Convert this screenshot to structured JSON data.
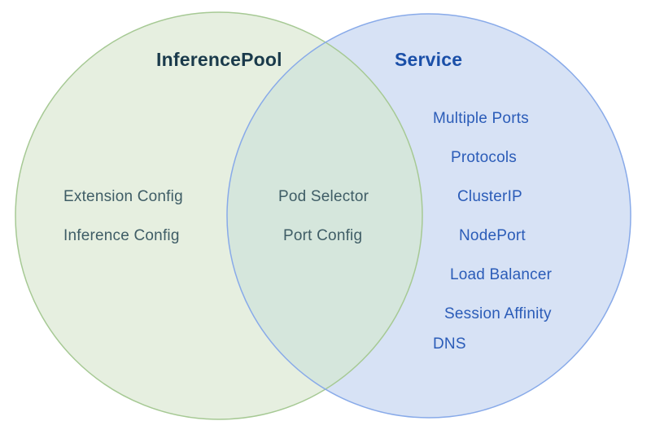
{
  "venn": {
    "type": "venn-diagram",
    "left_set": {
      "title": "InferencePool",
      "items": [
        "Extension Config",
        "Inference Config"
      ]
    },
    "overlap_set": {
      "items": [
        "Pod Selector",
        "Port Config"
      ]
    },
    "right_set": {
      "title": "Service",
      "items": [
        "Multiple Ports",
        "Protocols",
        "ClusterIP",
        "NodePort",
        "Load Balancer",
        "Session Affinity",
        "DNS"
      ]
    },
    "colors": {
      "left_fill": "#e6efe0",
      "left_stroke": "#a6c994",
      "right_fill": "#d7e2f5",
      "right_stroke": "#88aae9",
      "overlap_fill": "#d5e6dc",
      "left_title_text": "#1a3a4b",
      "right_title_text": "#1a4fa8",
      "left_item_text": "#3f5d66",
      "right_item_text": "#2b5cb8"
    }
  }
}
